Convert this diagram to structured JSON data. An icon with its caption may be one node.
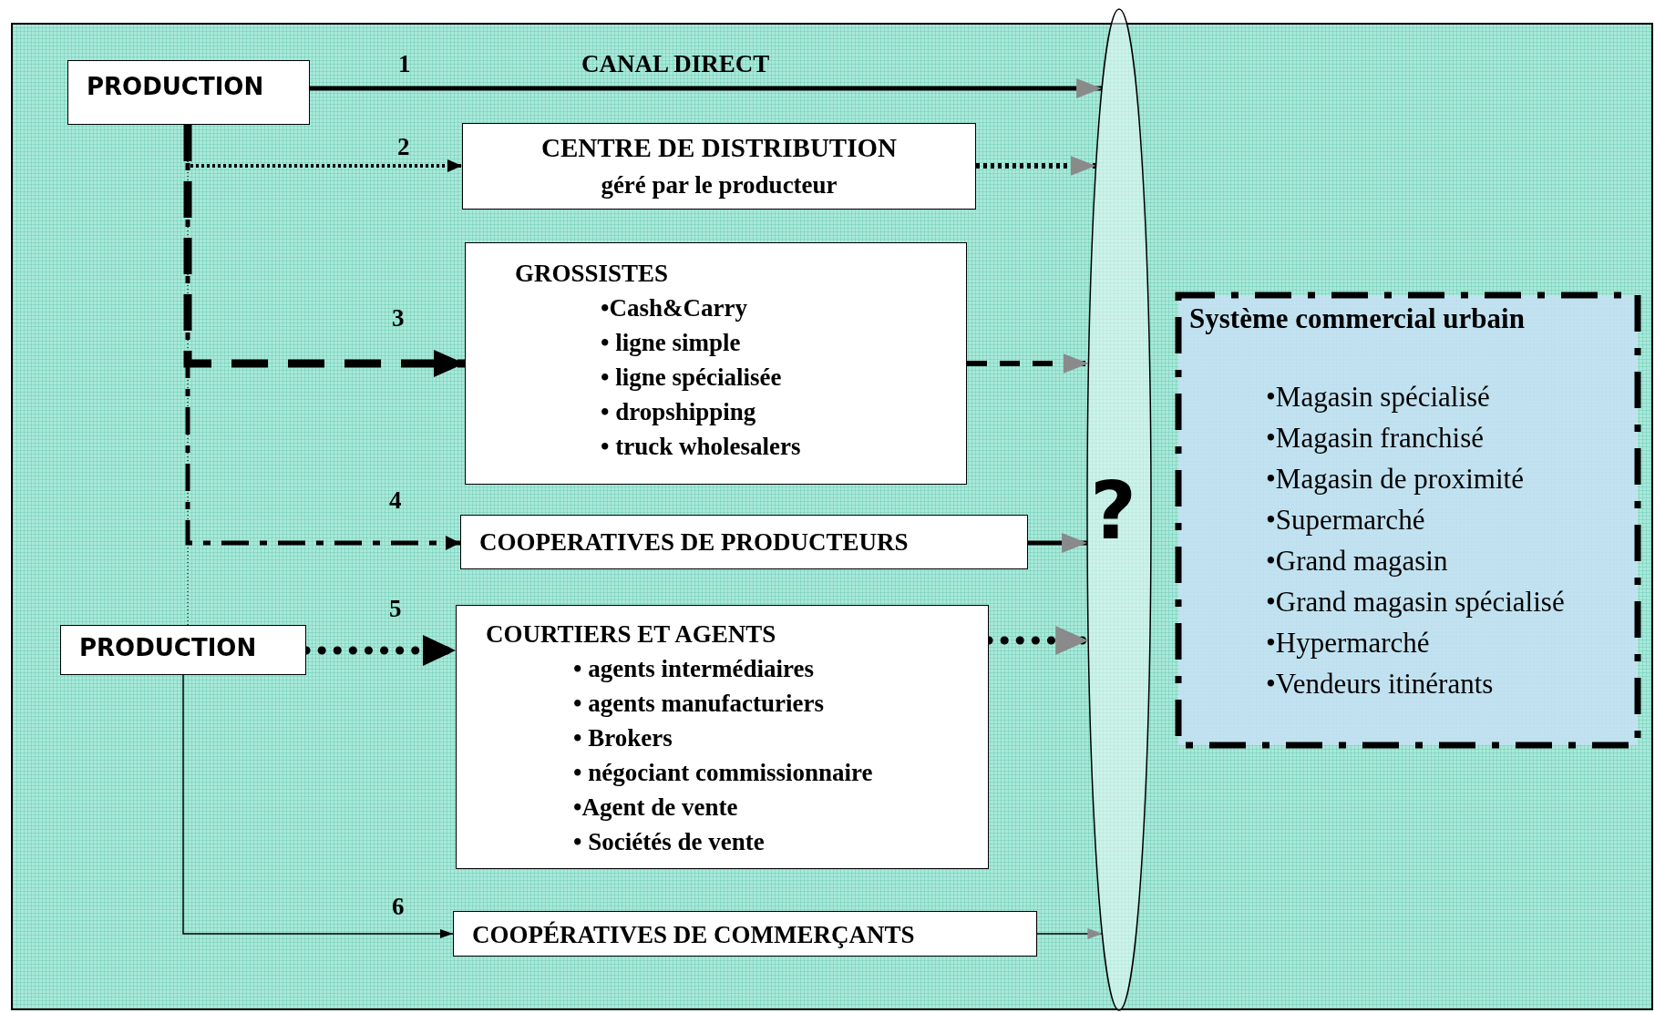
{
  "diagram": {
    "nodes": [
      {
        "text": [
          "PRODUCTION"
        ]
      },
      {
        "text": [
          "CENTRE DE DISTRIBUTION",
          "géré par le producteur"
        ]
      },
      {
        "text": [
          "GROSSISTES",
          "•Cash&Carry",
          "• ligne simple",
          "• ligne spécialisée",
          "• dropshipping",
          "• truck wholesalers"
        ]
      },
      {
        "text": [
          "COOPERATIVES DE PRODUCTEURS"
        ]
      },
      {
        "text": [
          "PRODUCTION"
        ]
      },
      {
        "text": [
          "COURTIERS ET AGENTS",
          "• agents intermédiaires",
          "• agents manufacturiers",
          "• Brokers",
          "• négociant commissionnaire",
          "•Agent de vente",
          "• Sociétés de vente"
        ]
      },
      {
        "text": [
          "COOPÉRATIVES DE COMMERÇANTS"
        ]
      },
      {
        "text": [
          "?"
        ]
      },
      {
        "text": [
          "Système commercial urbain",
          "•Magasin spécialisé",
          "•Magasin franchisé",
          "•Magasin de proximité",
          "•Supermarché",
          "•Grand magasin",
          "•Grand magasin spécialisé",
          "•Hypermarché",
          "•Vendeurs itinérants"
        ]
      }
    ],
    "edges": [
      {
        "from": 0,
        "to": 7,
        "arrow": "to",
        "label": "1"
      },
      {
        "from": 0,
        "to": 1,
        "arrow": "to",
        "label": "2",
        "style": "dashed"
      },
      {
        "from": 1,
        "to": 7,
        "arrow": "to",
        "style": "dashed"
      },
      {
        "from": 0,
        "to": 2,
        "arrow": "to",
        "label": "3",
        "style": "dashed"
      },
      {
        "from": 2,
        "to": 7,
        "arrow": "to",
        "style": "dashed"
      },
      {
        "from": 0,
        "to": 3,
        "arrow": "to",
        "label": "4",
        "style": "dashed"
      },
      {
        "from": 3,
        "to": 7,
        "arrow": "to"
      },
      {
        "from": 4,
        "to": 5,
        "arrow": "to",
        "label": "5",
        "style": "dashed"
      },
      {
        "from": 5,
        "to": 7,
        "arrow": "to",
        "style": "dashed"
      },
      {
        "from": 4,
        "to": 6,
        "arrow": "to",
        "label": "6"
      },
      {
        "from": 6,
        "to": 7,
        "arrow": "to"
      },
      {
        "from": 0,
        "to": 4,
        "arrow": "none",
        "style": "dashed"
      }
    ],
    "labels": [
      "CANAL DIRECT"
    ]
  }
}
